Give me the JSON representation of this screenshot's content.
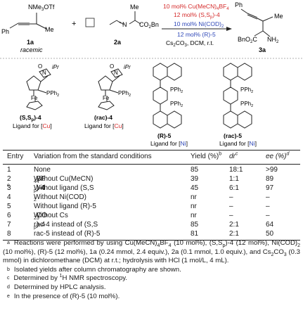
{
  "scheme": {
    "reactant1": {
      "substituent_top": "NMe",
      "substituent_top_sub": "3",
      "counterion": "OTf",
      "methyl": "Me",
      "aryl": "Ph",
      "compound": "1a",
      "note": "racemic"
    },
    "plus": "+",
    "reactant2": {
      "methyl": "Me",
      "ester": "CO",
      "ester_sub": "2",
      "ester_tail": "Bn",
      "atom_n": "N",
      "compound": "2a"
    },
    "conditions": {
      "line1": "10 mol% Cu(MeCN)",
      "line1_sub": "4",
      "line1_tail": "BF",
      "line1_sub2": "4",
      "line2": "12 mol% (S,S",
      "line2_sub": "p",
      "line2_tail": ")-4",
      "line3": "10 mol% Ni(COD)",
      "line3_sub": "2",
      "line4": "12 mol% (R)-5",
      "line5": "Cs",
      "line5_sub": "2",
      "line5_mid": "CO",
      "line5_sub2": "3",
      "line5_tail": ", DCM, r.t."
    },
    "product": {
      "aryl": "Ph",
      "methyl": "Me",
      "ester": "BnO",
      "ester_sub": "2",
      "ester_tail": "C",
      "amine": "NH",
      "amine_sub": "2",
      "compound": "3a"
    },
    "ligands": [
      {
        "name_pre": "(S,S",
        "name_sub": "p",
        "name_post": ")-4",
        "caption_pre": "Ligand for [",
        "caption_metal": "Cu",
        "caption_post": "]",
        "ipr": "iPr",
        "pph2": "PPh",
        "pph2_sub": "2",
        "fe": "Fe",
        "n": "N",
        "o": "O"
      },
      {
        "name": "(rac)-4",
        "caption_pre": "Ligand for [",
        "caption_metal": "Cu",
        "caption_post": "]",
        "ipr": "iPr",
        "pph2": "PPh",
        "pph2_sub": "2",
        "fe": "Fe",
        "n": "N",
        "o": "O"
      },
      {
        "name": "(R)-5",
        "caption_pre": "Ligand for [",
        "caption_metal": "Ni",
        "caption_post": "]",
        "pph2": "PPh",
        "pph2_sub": "2"
      },
      {
        "name": "(rac)-5",
        "caption_pre": "Ligand for [",
        "caption_metal": "Ni",
        "caption_post": "]",
        "pph2": "PPh",
        "pph2_sub": "2"
      }
    ],
    "colors": {
      "cu_red": "#d42a2a",
      "ni_blue": "#2f48b8"
    }
  },
  "table": {
    "headers": {
      "entry": "Entry",
      "variation": "Variation from the standard conditions",
      "yield": "Yield (%)",
      "yield_sup": "b",
      "dr": "dr",
      "dr_sup": "c",
      "ee": "ee (%)",
      "ee_sup": "d"
    },
    "rows": [
      {
        "entry": "1",
        "variation": "None",
        "yield": "85",
        "dr": "18:1",
        "ee": ">99"
      },
      {
        "entry": "2",
        "variation": "Without Cu(MeCN)",
        "var_sub": "4",
        "var_tail": "BF",
        "var_sub2": "4",
        "yield": "39",
        "dr": "1:1",
        "ee": "89"
      },
      {
        "entry": "3",
        "entry_sup": "e",
        "variation": "Without ligand (S,S",
        "var_sub": "p",
        "var_tail": ")-4",
        "yield": "45",
        "dr": "6:1",
        "ee": "97"
      },
      {
        "entry": "4",
        "variation": "Without Ni(COD)",
        "var_sub": "2",
        "yield": "nr",
        "dr": "–",
        "ee": "–"
      },
      {
        "entry": "5",
        "variation": "Without ligand (R)-5",
        "yield": "nr",
        "dr": "–",
        "ee": "–"
      },
      {
        "entry": "6",
        "variation": "Without Cs",
        "var_sub": "2",
        "var_tail": "CO",
        "var_sub2": "3",
        "yield": "nr",
        "dr": "–",
        "ee": "–"
      },
      {
        "entry": "7",
        "variation": "rac-4 instead of (S,S",
        "var_sub": "p",
        "var_tail": ")-4",
        "yield": "85",
        "dr": "2:1",
        "ee": "64"
      },
      {
        "entry": "8",
        "variation": "rac-5 instead of (R)-5",
        "yield": "81",
        "dr": "2:1",
        "ee": "50"
      }
    ]
  },
  "footnotes": {
    "a": {
      "mark": "a",
      "t1": "Reactions were performed by using Cu(MeCN)",
      "t1_sub": "4",
      "t2": "BF",
      "t2_sub": "4",
      "t3": " (10 mol%), (S,S",
      "t3_sub": "p",
      "t4": ")-4 (12 mol%), Ni(COD)",
      "t4_sub": "2",
      "t5": " (10 mol%), (R)-5 (12 mol%), 1a (0.24 mmol, 2.4 equiv.), 2a (0.1 mmol, 1.0 equiv.), and Cs",
      "t5_sub": "2",
      "t6": "CO",
      "t6_sub": "3",
      "t7": " (0.3 mmol) in dichloromethane (DCM) at r.t.; hydrolysis with HCl (1 mol/L, 4 mL)."
    },
    "b": {
      "mark": "b",
      "text": "Isolated yields after column chromatography are shown."
    },
    "c": {
      "mark": "c",
      "text_pre": "Determined by ",
      "text_sup": "1",
      "text_post": "H NMR spectroscopy."
    },
    "d": {
      "mark": "d",
      "text": "Determined by HPLC analysis."
    },
    "e": {
      "mark": "e",
      "text": "In the presence of (R)-5 (10 mol%)."
    }
  }
}
